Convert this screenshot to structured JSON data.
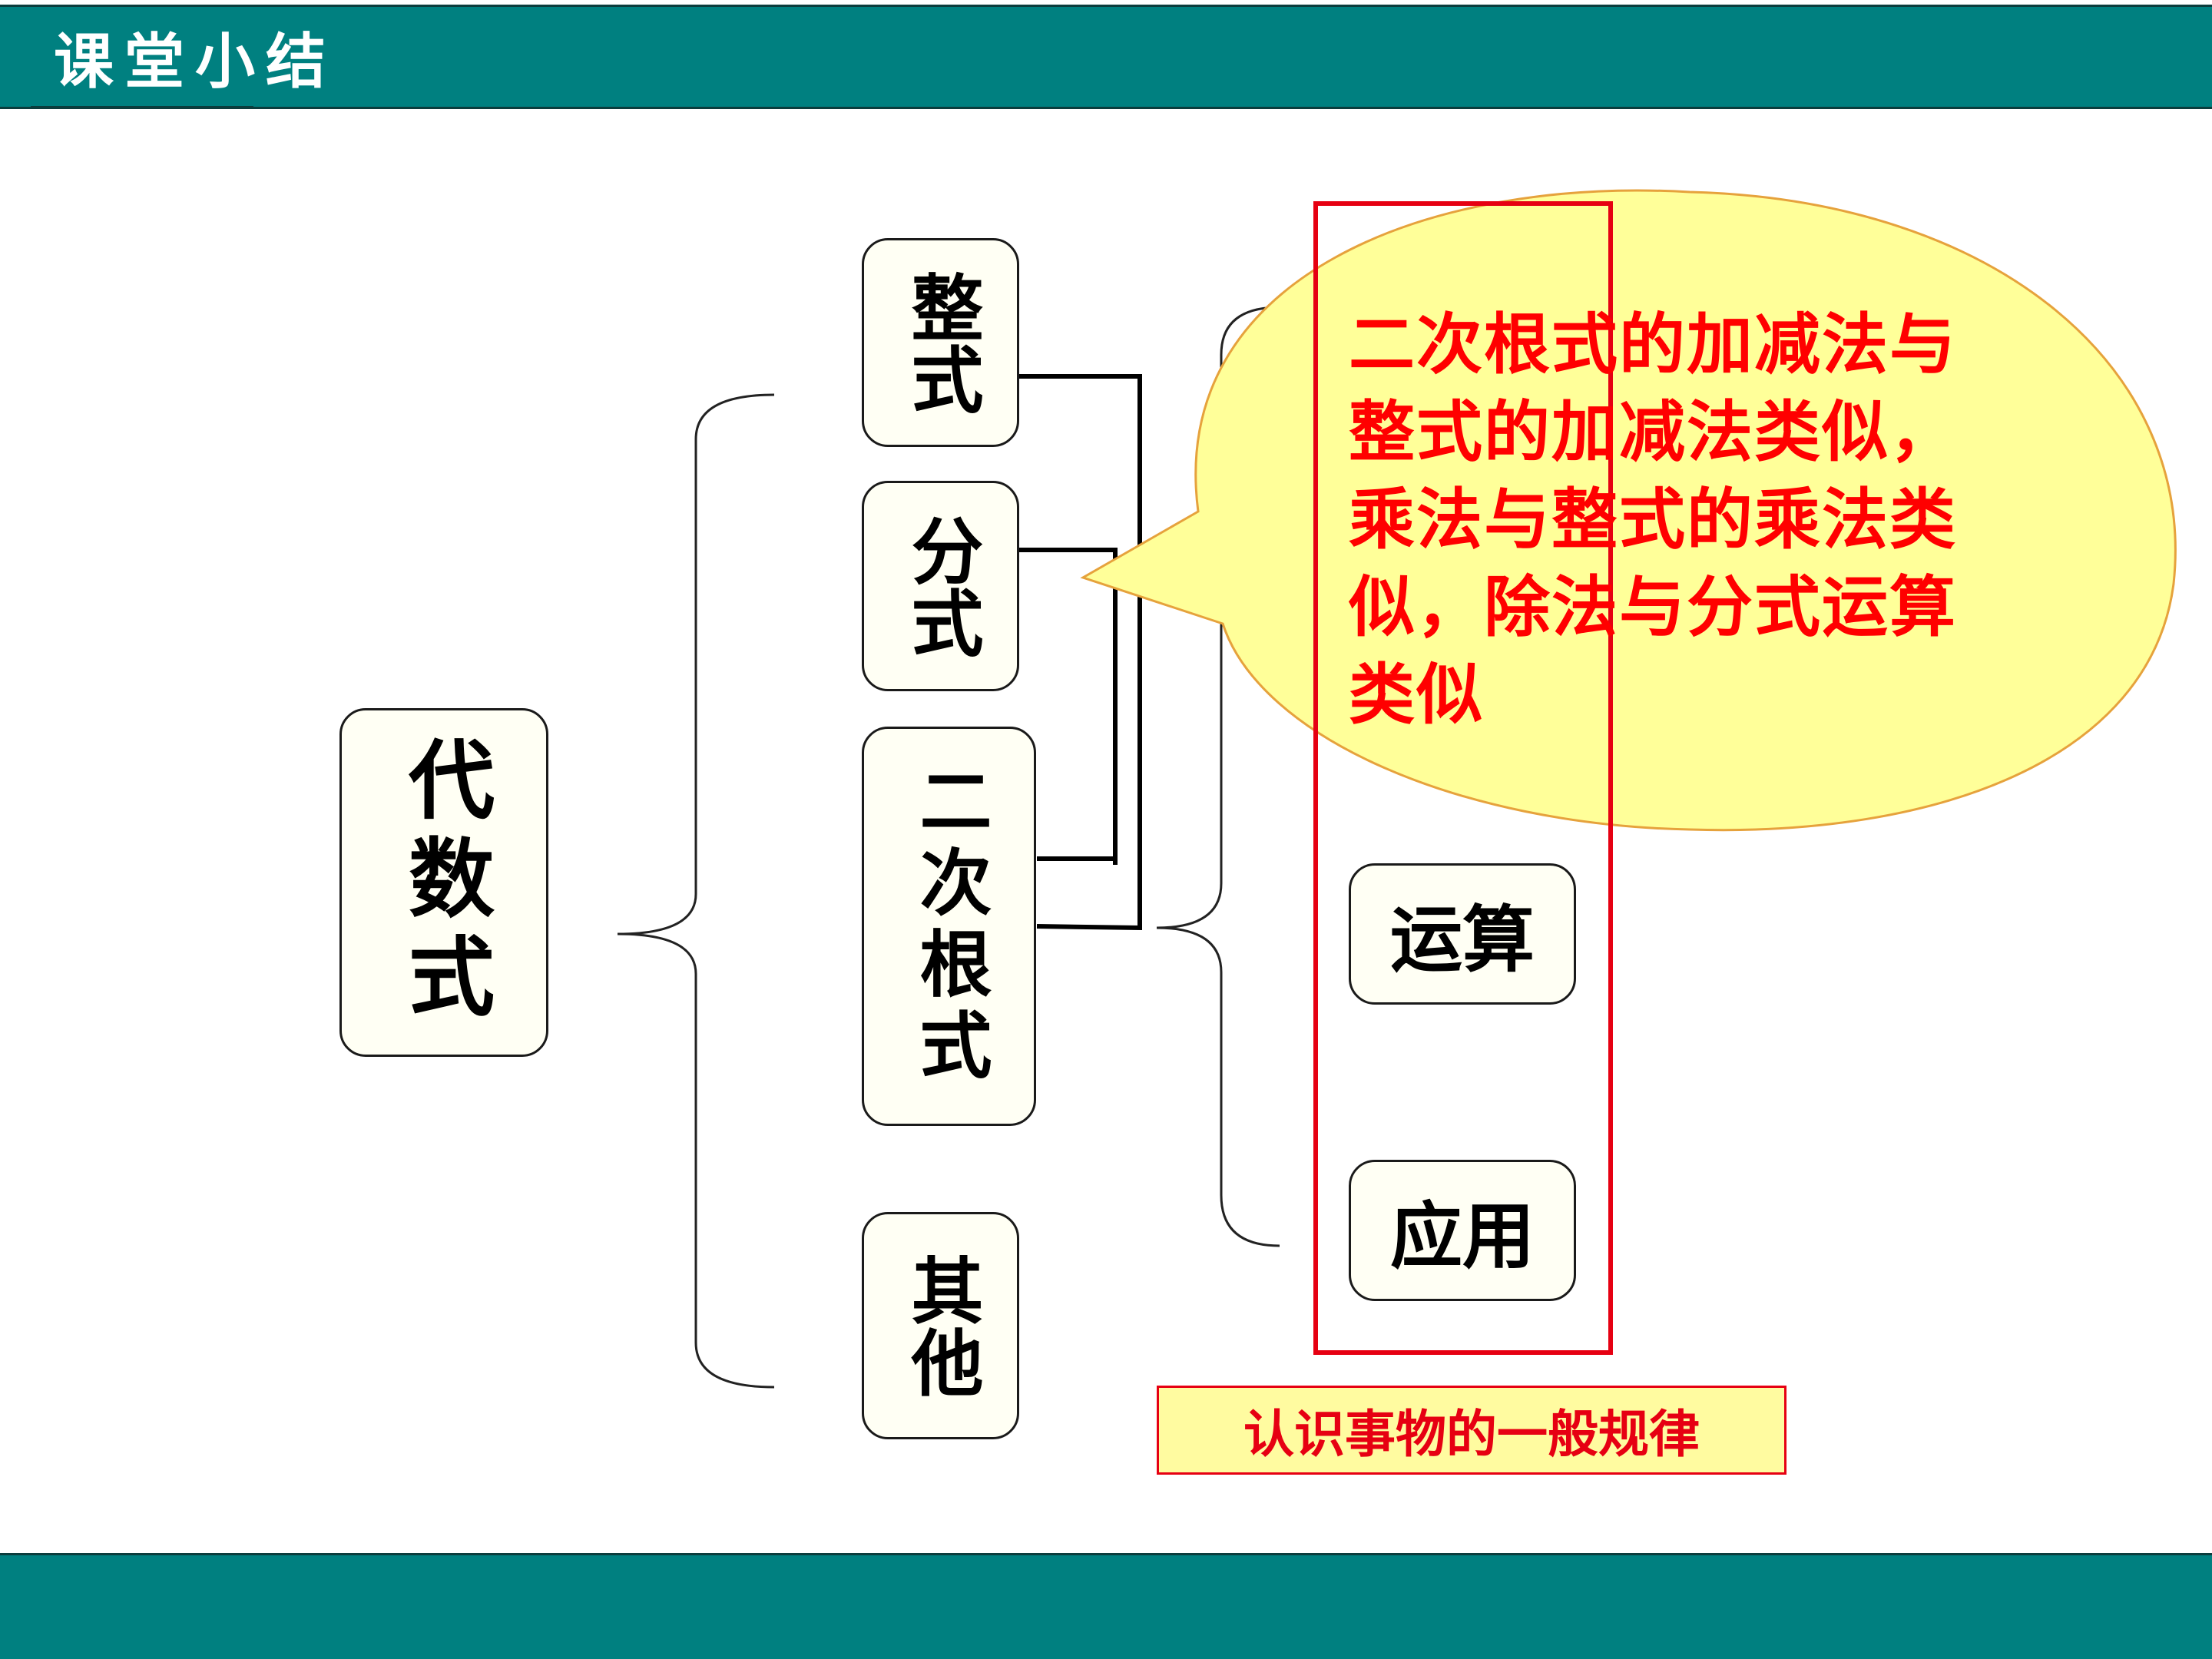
{
  "header": {
    "title": "课堂小结"
  },
  "nodes": {
    "algebraic_expression": "代数式",
    "integral_expression": "整式",
    "fractional_expression": "分式",
    "quadratic_radical": "二次根式",
    "others": "其他",
    "operation": "运算",
    "application": "应用"
  },
  "callout": {
    "text": "二次根式的加减法与整式的加减法类似，乘法与整式的乘法类似，除法与分式运算类似"
  },
  "rule_box": {
    "text": "认识事物的一般规律"
  },
  "colors": {
    "teal_bar": "#008080",
    "callout_fill": "#ffff99",
    "callout_text": "#ff0000",
    "frame_red": "#e60012"
  }
}
